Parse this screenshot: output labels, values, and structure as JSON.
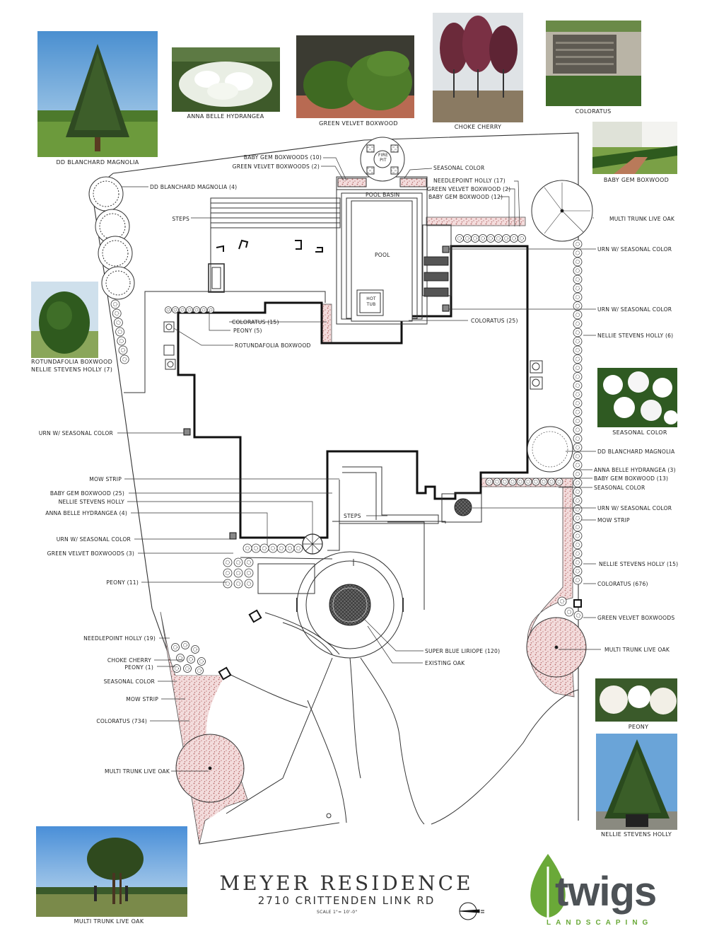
{
  "title": "MEYER RESIDENCE",
  "address": "2710 CRITTENDEN LINK RD",
  "scale": "SCALE 1\"= 10'-0\"",
  "logo": {
    "word": "twigs",
    "sub": "LANDSCAPING"
  },
  "colors": {
    "accent_green": "#6aa938",
    "logo_grey": "#4d5256",
    "mulch": "#c98a8a"
  },
  "photo_captions": {
    "magnolia": "DD BLANCHARD MAGNOLIA",
    "hydrangea": "ANNA BELLE HYDRANGEA",
    "boxwood": "GREEN VELVET BOXWOOD",
    "cherry": "CHOKE CHERRY",
    "coloratus": "COLORATUS",
    "babygem": "BABY GEM BOXWOOD",
    "rotundafolia": "ROTUNDAFOLIA BOXWOOD",
    "nellie_left": "NELLIE STEVENS HOLLY (7)",
    "seasonal": "SEASONAL COLOR",
    "peony": "PEONY",
    "nellie": "NELLIE STEVENS HOLLY",
    "liveoak": "MULTI TRUNK LIVE OAK"
  },
  "labels": {
    "baby_gem_10": "BABY GEM BOXWOODS (10)",
    "green_velvet_2": "GREEN VELVET BOXWOODS (2)",
    "fire_pit": "FIRE PIT",
    "seasonal_top": "SEASONAL COLOR",
    "pool_basin": "POOL BASIN",
    "pool": "POOL",
    "hot_tub": "HOT TUB",
    "needlepoint_17": "NEEDLEPOINT HOLLY (17)",
    "green_velvet_2b": "GREEN VELVET BOXWOOD (2)",
    "baby_gem_12": "BABY GEM BOXWOOD (12)",
    "magnolia_4": "DD BLANCHARD MAGNOLIA (4)",
    "steps_top": "STEPS",
    "live_oak_top": "MULTI TRUNK LIVE OAK",
    "urn_1": "URN w/ SEASONAL COLOR",
    "urn_2": "URN w/ SEASONAL COLOR",
    "coloratus_15": "COLORATUS (15)",
    "peony_5": "PEONY (5)",
    "rotunda": "ROTUNDAFOLIA BOXWOOD",
    "coloratus_25": "COLORATUS (25)",
    "nellie_6": "NELLIE STEVENS HOLLY (6)",
    "urn_left": "URN w/ SEASONAL COLOR",
    "magnolia_r": "DD BLANCHARD MAGNOLIA",
    "hydrangea_3": "ANNA BELLE HYDRANGEA (3)",
    "baby_gem_13": "BABY GEM BOXWOOD (13)",
    "seasonal_r": "SEASONAL COLOR",
    "mow_strip_l": "MOW STRIP",
    "baby_gem_25": "BABY GEM BOXWOOD (25)",
    "nellie_l": "NELLIE STEVENS HOLLY",
    "hydrangea_4": "ANNA BELLE HYDRANGEA (4)",
    "steps_mid": "STEPS",
    "urn_r2": "URN w/ SEASONAL COLOR",
    "mow_strip_r": "MOW STRIP",
    "urn_l2": "URN w/ SEASONAL COLOR",
    "green_velvet_3": "GREEN VELVET BOXWOODS (3)",
    "nellie_15": "NELLIE STEVENS HOLLY (15)",
    "peony_11": "PEONY (11)",
    "coloratus_676": "COLORATUS (676)",
    "green_velvet_r": "GREEN VELVET BOXWOODS",
    "needlepoint_19": "NEEDLEPOINT HOLLY (19)",
    "live_oak_r": "MULTI TRUNK LIVE OAK",
    "super_blue": "SUPER BLUE LIRIOPE (120)",
    "choke_cherry": "CHOKE CHERRY",
    "existing_oak": "EXISTING OAK",
    "peony_1": "PEONY (1)",
    "seasonal_l": "SEASONAL COLOR",
    "mow_strip_l2": "MOW STRIP",
    "coloratus_734": "COLORATUS (734)",
    "live_oak_l": "MULTI TRUNK LIVE OAK"
  }
}
